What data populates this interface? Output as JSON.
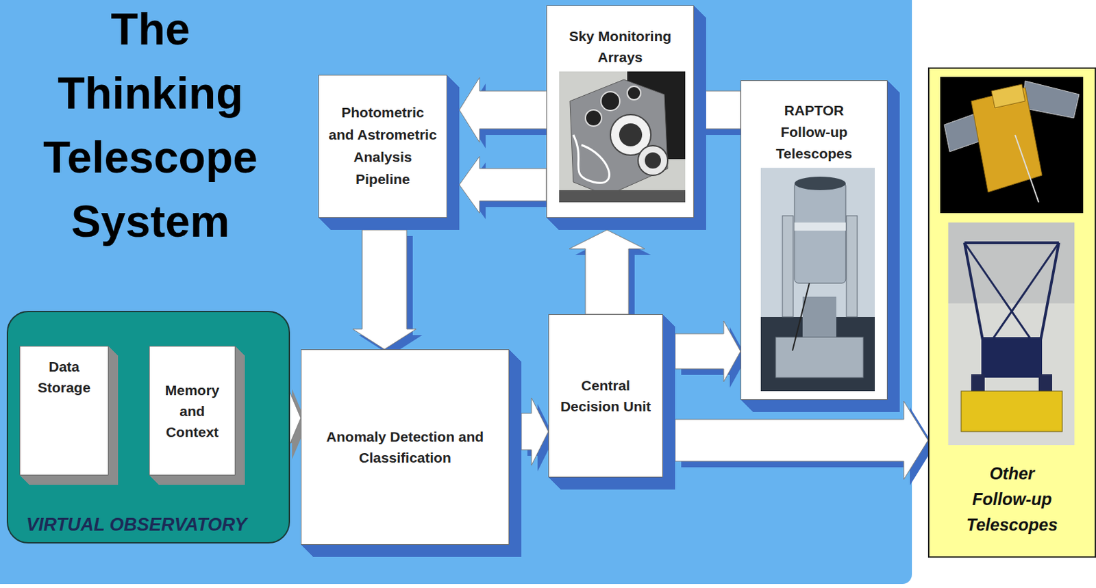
{
  "diagram": {
    "title": "The Thinking Telescope System",
    "nodes": [
      {
        "text": [
          "VIRTUAL OBSERVATORY"
        ]
      },
      {
        "text": [
          "Data Storage"
        ],
        "in": 0
      },
      {
        "text": [
          "Memory and Context"
        ],
        "in": 0
      },
      {
        "text": [
          "Photometric and Astrometric Analysis Pipeline"
        ]
      },
      {
        "text": [
          "Sky Monitoring Arrays"
        ]
      },
      {
        "text": [
          "RAPTOR Follow-up Telescopes"
        ]
      },
      {
        "text": [
          "Anomaly Detection and Classification"
        ]
      },
      {
        "text": [
          "Central Decision Unit"
        ]
      },
      {
        "text": [
          "Other Follow-up Telescopes"
        ]
      }
    ],
    "edges": [
      {
        "from": 1,
        "to": 2,
        "arrow": "both"
      },
      {
        "from": 2,
        "to": 6,
        "arrow": "both"
      },
      {
        "from": 5,
        "to": 3,
        "arrow": "to"
      },
      {
        "from": 4,
        "to": 3,
        "arrow": "to"
      },
      {
        "from": 3,
        "to": 6,
        "arrow": "to"
      },
      {
        "from": 6,
        "to": 7,
        "arrow": "to"
      },
      {
        "from": 7,
        "to": 4,
        "arrow": "to"
      },
      {
        "from": 7,
        "to": 5,
        "arrow": "to"
      },
      {
        "from": 7,
        "to": 8,
        "arrow": "to"
      }
    ]
  }
}
